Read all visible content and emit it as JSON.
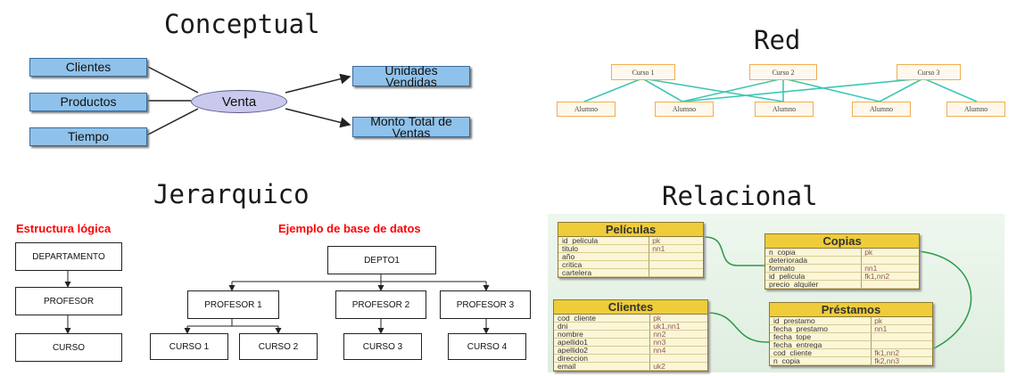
{
  "headings": {
    "conceptual": "Conceptual",
    "red": "Red",
    "jerarquico": "Jerarquico",
    "relacional": "Relacional"
  },
  "conceptual": {
    "left": [
      "Clientes",
      "Productos",
      "Tiempo"
    ],
    "center": "Venta",
    "right": [
      "Unidades Vendidas",
      "Monto Total de Ventas"
    ]
  },
  "red": {
    "courses": [
      "Curso 1",
      "Curso 2",
      "Curso 3"
    ],
    "students": [
      "Alumno",
      "Alumno",
      "Alumno",
      "Alumno",
      "Alumno"
    ]
  },
  "jerarquico": {
    "subtitle_left": "Estructura lógica",
    "subtitle_right": "Ejemplo de base de datos",
    "logic": [
      "DEPARTAMENTO",
      "PROFESOR",
      "CURSO"
    ],
    "depto": "DEPTO1",
    "profesores": [
      "PROFESOR 1",
      "PROFESOR 2",
      "PROFESOR 3"
    ],
    "cursos": [
      "CURSO 1",
      "CURSO 2",
      "CURSO 3",
      "CURSO 4"
    ]
  },
  "relacional": {
    "tables": [
      {
        "name": "Películas",
        "rows": [
          [
            "id_pelicula",
            "pk"
          ],
          [
            "titulo",
            "nn1"
          ],
          [
            "año",
            ""
          ],
          [
            "critica",
            ""
          ],
          [
            "cartelera",
            ""
          ]
        ]
      },
      {
        "name": "Copias",
        "rows": [
          [
            "n_copia",
            "pk"
          ],
          [
            "deteriorada",
            ""
          ],
          [
            "formato",
            "nn1"
          ],
          [
            "id_pelicula",
            "fk1,nn2"
          ],
          [
            "precio_alquiler",
            ""
          ]
        ]
      },
      {
        "name": "Clientes",
        "rows": [
          [
            "cod_cliente",
            "pk"
          ],
          [
            "dni",
            "uk1,nn1"
          ],
          [
            "nombre",
            "nn2"
          ],
          [
            "apellido1",
            "nn3"
          ],
          [
            "apellido2",
            "nn4"
          ],
          [
            "direccion",
            ""
          ],
          [
            "email",
            "uk2"
          ]
        ]
      },
      {
        "name": "Préstamos",
        "rows": [
          [
            "id_prestamo",
            "pk"
          ],
          [
            "fecha_prestamo",
            "nn1"
          ],
          [
            "fecha_tope",
            ""
          ],
          [
            "fecha_entrega",
            ""
          ],
          [
            "cod_cliente",
            "fk1,nn2"
          ],
          [
            "n_copia",
            "fk2,nn3"
          ]
        ]
      }
    ]
  },
  "colors": {
    "concept_box": "#8fc2ea",
    "concept_ellipse": "#c8c9ec",
    "red_line": "#3ec7b3",
    "red_box_border": "#f0ad52",
    "subtitle": "#ff0000",
    "table_header": "#efcc3a",
    "relation_line": "#2a9a4a"
  }
}
